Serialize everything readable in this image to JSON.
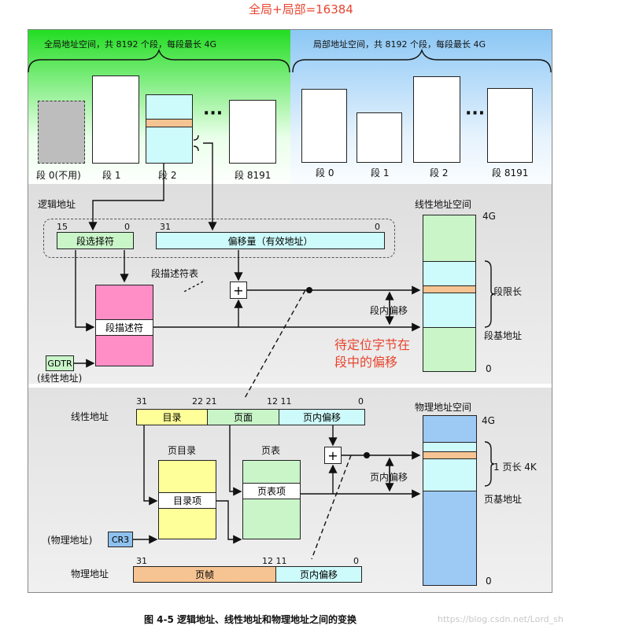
{
  "header": {
    "total_label": "全局+局部=16384"
  },
  "global_space": {
    "label": "全局地址空间，共 8192 个段，每段最长 4G",
    "segments": [
      "段 0(不用)",
      "段 1",
      "段 2",
      "段 8191"
    ]
  },
  "local_space": {
    "label": "局部地址空间，共 8192 个段，每段最长 4G",
    "segments": [
      "段 0",
      "段 1",
      "段 2",
      "段 8191"
    ]
  },
  "logical": {
    "label": "逻辑地址",
    "selector_bits": [
      "15",
      "0"
    ],
    "selector_label": "段选择符",
    "offset_bits": [
      "31",
      "0"
    ],
    "offset_label": "偏移量（有效地址）",
    "descriptor_table_label": "段描述符表",
    "descriptor_label": "段描述符",
    "gdtr_label": "GDTR",
    "gdtr_note": "(线性地址)"
  },
  "linear_space": {
    "title": "线性地址空间",
    "top": "4G",
    "bottom": "0",
    "seg_limit": "段限长",
    "seg_base": "段基地址",
    "offset_in_seg": "段内偏移",
    "note": [
      "待定位字节在",
      "段中的偏移"
    ]
  },
  "paging": {
    "linear_label": "线性地址",
    "bits": [
      "31",
      "22 21",
      "12 11",
      "0"
    ],
    "fields": [
      "目录",
      "页面",
      "页内偏移"
    ],
    "dir_table_title": "页目录",
    "dir_entry": "目录项",
    "page_table_title": "页表",
    "page_entry": "页表项",
    "cr3_note": "(物理地址)",
    "cr3_label": "CR3",
    "phys_label": "物理地址",
    "phys_bits": [
      "31",
      "12 11",
      "0"
    ],
    "phys_fields": [
      "页帧",
      "页内偏移"
    ],
    "offset_in_page": "页内偏移"
  },
  "physical_space": {
    "title": "物理地址空间",
    "top": "4G",
    "bottom": "0",
    "page_size": "1 页长 4K",
    "page_base": "页基地址"
  },
  "caption": {
    "text": "图 4-5  逻辑地址、线性地址和物理地址之间的变换",
    "watermark": "https://blog.csdn.net/Lord_sh"
  },
  "colors": {
    "global_bg": "#22dd22",
    "local_bg": "#8cc7f5",
    "gray_bg": "#e2e2e2",
    "cyan": "#cdfafa",
    "pink": "#ff8ec6",
    "yellow": "#ffff99",
    "green": "#c9f5c9",
    "orange": "#f6c492",
    "blue": "#9dc9f5",
    "gdtr": "#c9f5c9",
    "cr3": "#8fc1ef",
    "note_red": "#e8452f"
  }
}
